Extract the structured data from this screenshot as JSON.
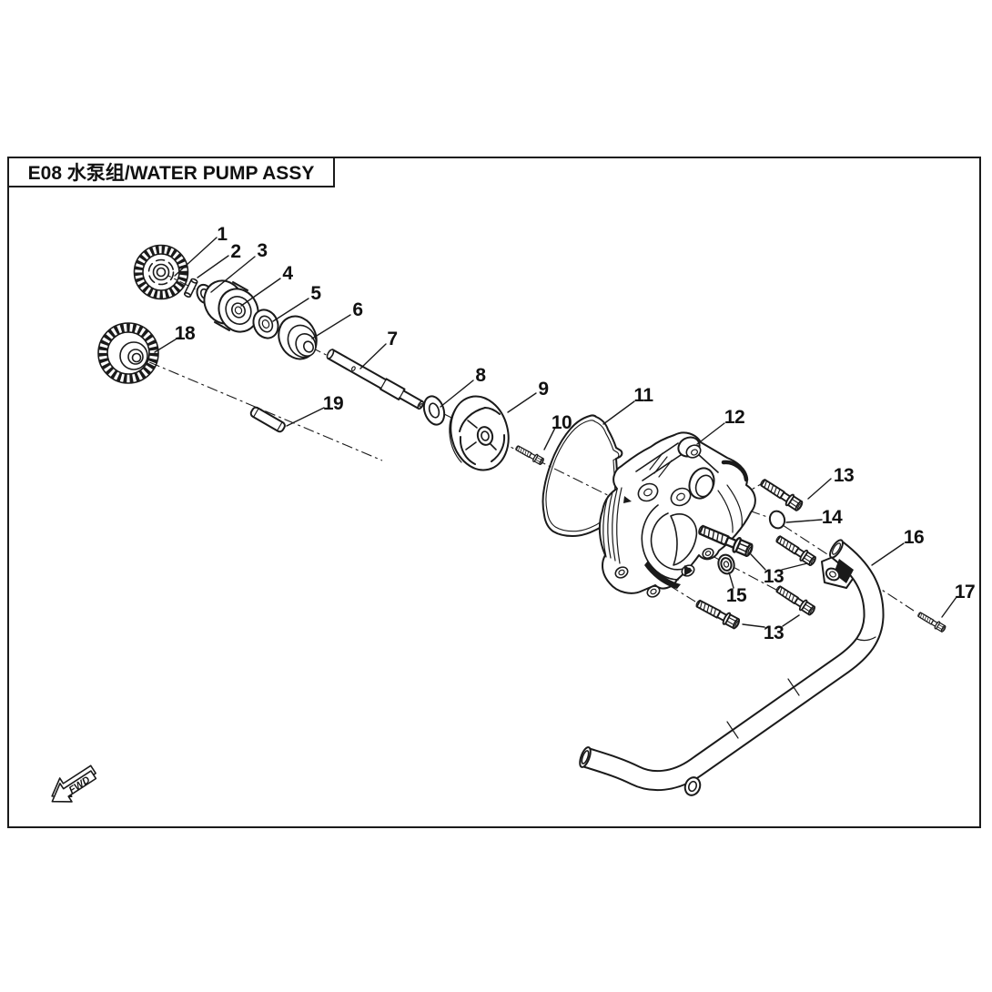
{
  "page": {
    "title": "E08 水泵组/WATER PUMP ASSY",
    "fwd_label": "FWD"
  },
  "colors": {
    "background": "#ffffff",
    "line": "#1a1a1a"
  },
  "callouts": {
    "c1": {
      "label": "1"
    },
    "c2": {
      "label": "2"
    },
    "c3": {
      "label": "3"
    },
    "c4": {
      "label": "4"
    },
    "c5": {
      "label": "5"
    },
    "c6": {
      "label": "6"
    },
    "c7": {
      "label": "7"
    },
    "c8": {
      "label": "8"
    },
    "c9": {
      "label": "9"
    },
    "c10": {
      "label": "10"
    },
    "c11": {
      "label": "11"
    },
    "c12": {
      "label": "12"
    },
    "c13a": {
      "label": "13"
    },
    "c13b": {
      "label": "13"
    },
    "c13c": {
      "label": "13"
    },
    "c14": {
      "label": "14"
    },
    "c15": {
      "label": "15"
    },
    "c16": {
      "label": "16"
    },
    "c17": {
      "label": "17"
    },
    "c18": {
      "label": "18"
    },
    "c19": {
      "label": "19"
    }
  }
}
